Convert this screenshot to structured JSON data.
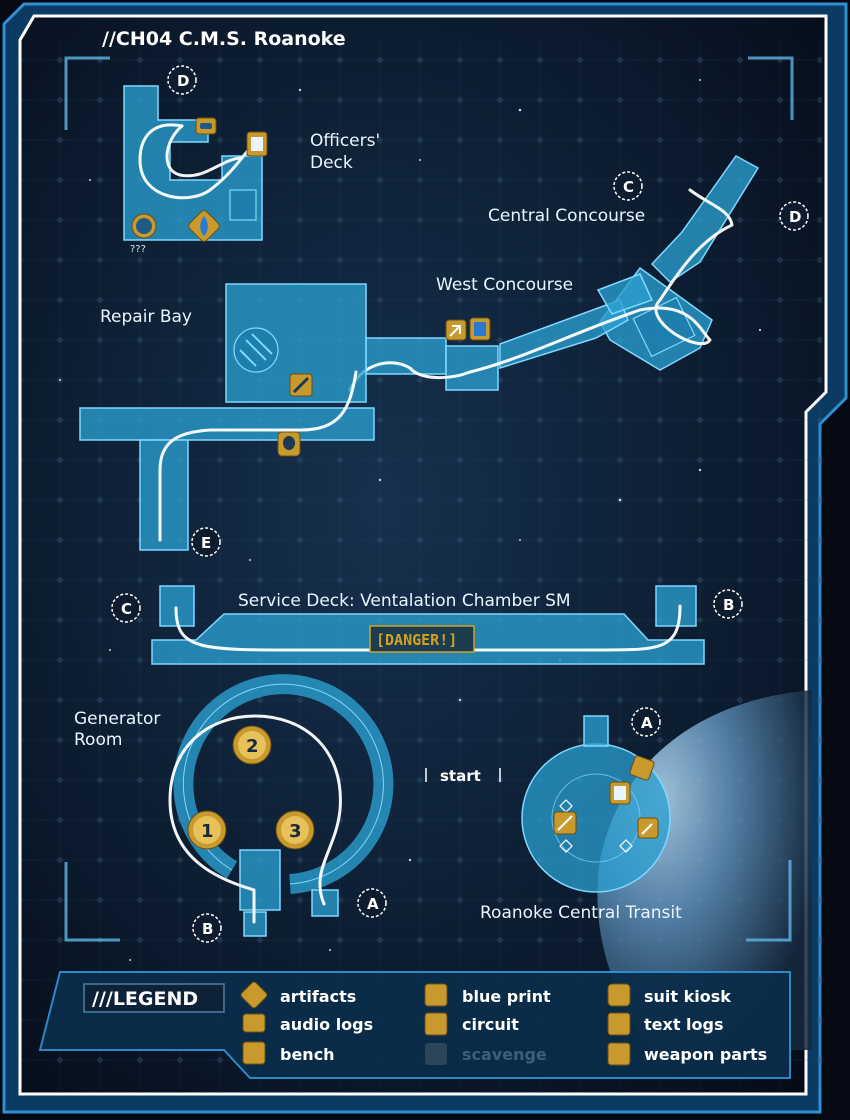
{
  "map_title": "//CH04 C.M.S. Roanoke",
  "areas": {
    "officers_deck": "Officers'\nDeck",
    "officers_deck_l1": "Officers'",
    "officers_deck_l2": "Deck",
    "central_concourse": "Central Concourse",
    "west_concourse": "West Concourse",
    "repair_bay": "Repair Bay",
    "service_deck": "Service Deck: Ventalation Chamber SM",
    "generator_room_l1": "Generator",
    "generator_room_l2": "Room",
    "roanoke_central_transit": "Roanoke Central Transit"
  },
  "danger_label": "[DANGER!]",
  "start_label": "start",
  "unknown_label": "???",
  "nodes": {
    "d_top": "D",
    "c_concourse": "C",
    "d_concourse": "D",
    "e_repair": "E",
    "c_service": "C",
    "b_service": "B",
    "a_transit": "A",
    "a_generator": "A",
    "b_generator": "B"
  },
  "generators": [
    "1",
    "2",
    "3"
  ],
  "legend": {
    "title": "///LEGEND",
    "items": [
      {
        "label": "artifacts",
        "icon": "artifact-icon"
      },
      {
        "label": "audio logs",
        "icon": "audio-log-icon"
      },
      {
        "label": "bench",
        "icon": "bench-icon"
      },
      {
        "label": "blue print",
        "icon": "blueprint-icon"
      },
      {
        "label": "circuit",
        "icon": "circuit-icon"
      },
      {
        "label": "scavenge",
        "icon": "scavenge-icon"
      },
      {
        "label": "suit kiosk",
        "icon": "suit-kiosk-icon"
      },
      {
        "label": "text logs",
        "icon": "text-log-icon"
      },
      {
        "label": "weapon parts",
        "icon": "weapon-parts-icon"
      }
    ]
  },
  "colors": {
    "background": "#0a1626",
    "frame": "#1a6fa8",
    "room": "#2a9fd0",
    "badge": "#c89a2e",
    "danger": "#d4a11e"
  }
}
